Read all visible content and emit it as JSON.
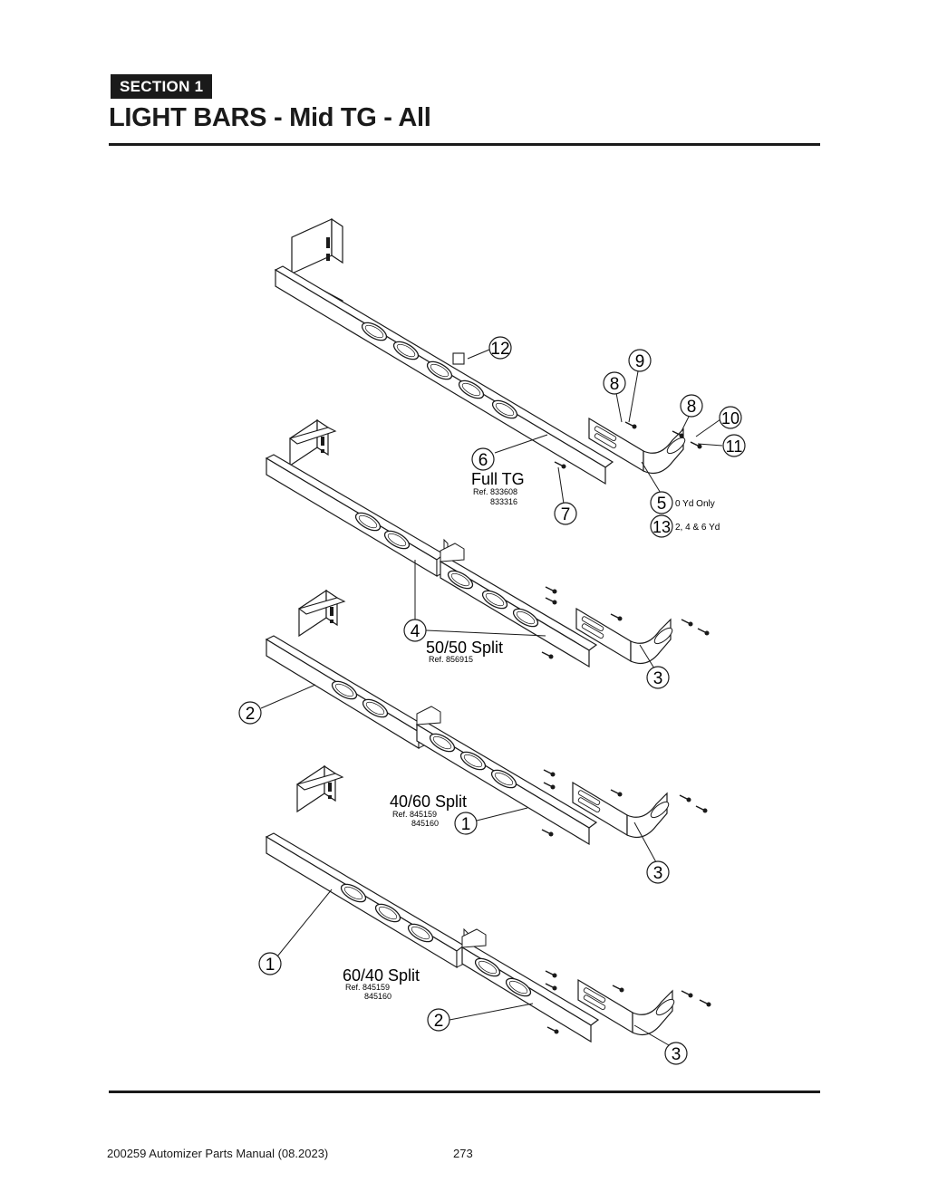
{
  "header": {
    "section_label": "SECTION  1",
    "title": "LIGHT BARS - Mid TG - All"
  },
  "diagram": {
    "groups": {
      "full_tg": {
        "title": "Full TG",
        "ref_line1": "Ref. 833608",
        "ref_line2": "833316"
      },
      "split_50_50": {
        "title": "50/50 Split",
        "ref_line1": "Ref. 856915"
      },
      "split_40_60": {
        "title": "40/60 Split",
        "ref_line1": "Ref. 845159",
        "ref_line2": "845160"
      },
      "split_60_40": {
        "title": "60/40 Split",
        "ref_line1": "Ref. 845159",
        "ref_line2": "845160"
      }
    },
    "callouts": {
      "c12": "12",
      "c9": "9",
      "c8a": "8",
      "c8b": "8",
      "c10": "10",
      "c11": "11",
      "c6": "6",
      "c7": "7",
      "c5": "5",
      "c13": "13",
      "c4": "4",
      "c3a": "3",
      "c2a": "2",
      "c1a": "1",
      "c3b": "3",
      "c1b": "1",
      "c2b": "2",
      "c3c": "3"
    },
    "notes": {
      "yd0": "0 Yd Only",
      "yd246": "2, 4 & 6 Yd"
    }
  },
  "footer": {
    "manual": "200259 Automizer Parts Manual (08.2023)",
    "page_number": "273"
  }
}
